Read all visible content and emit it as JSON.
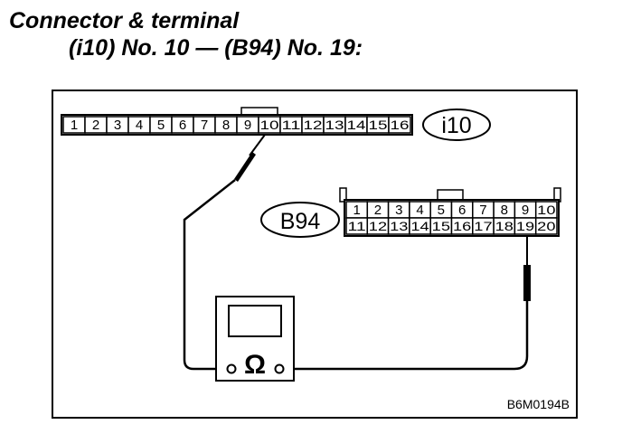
{
  "title": {
    "line1": "Connector & terminal",
    "line2": "(i10) No. 10 — (B94) No. 19:"
  },
  "connector_i10": {
    "label": "i10",
    "pins": [
      "1",
      "2",
      "3",
      "4",
      "5",
      "6",
      "7",
      "8",
      "9",
      "10",
      "11",
      "12",
      "13",
      "14",
      "15",
      "16"
    ]
  },
  "connector_b94": {
    "label": "B94",
    "row1": [
      "1",
      "2",
      "3",
      "4",
      "5",
      "6",
      "7",
      "8",
      "9",
      "10"
    ],
    "row2": [
      "11",
      "12",
      "13",
      "14",
      "15",
      "16",
      "17",
      "18",
      "19",
      "20"
    ]
  },
  "meter": {
    "symbol": "Ω"
  },
  "figure_code": "B6M0194B"
}
